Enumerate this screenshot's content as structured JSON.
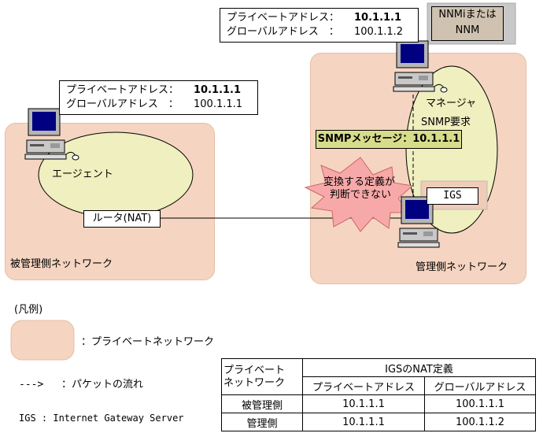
{
  "networks": {
    "managed_side": "被管理側ネットワーク",
    "manager_side": "管理側ネットワーク"
  },
  "agent_address": {
    "private_label": "プライベートアドレス：",
    "private_value": "10.1.1.1",
    "global_label": "グローバルアドレス　：",
    "global_value": "100.1.1.1"
  },
  "manager_address": {
    "private_label": "プライベートアドレス：",
    "private_value": "10.1.1.1",
    "global_label": "グローバルアドレス　：",
    "global_value": "100.1.1.2"
  },
  "labels": {
    "agent": "エージェント",
    "router": "ルータ(NAT)",
    "manager": "マネージャ",
    "snmp_request": "SNMP要求",
    "snmp_message": "SNMPメッセージ：10.1.1.1",
    "burst_line1": "変換する定義が",
    "burst_line2": "判断できない",
    "igs": "IGS",
    "nnm_line1": "NNMiまたは",
    "nnm_line2": "NNM"
  },
  "legend": {
    "title": "(凡例)",
    "private_network": "：プライベートネットワーク",
    "packet_flow_arrow": "--->",
    "packet_flow": "：パケットの流れ",
    "igs_def": "IGS : Internet Gateway Server"
  },
  "nat_table": {
    "corner_line1": "プライベート",
    "corner_line2": "ネットワーク",
    "group_header": "IGSのNAT定義",
    "col_private": "プライベートアドレス",
    "col_global": "グローバルアドレス",
    "rows": [
      {
        "network": "被管理側",
        "private": "10.1.1.1",
        "global": "100.1.1.1"
      },
      {
        "network": "管理側",
        "private": "10.1.1.1",
        "global": "100.1.1.2"
      }
    ]
  },
  "colors": {
    "private_network_fill": "#f5d5c1",
    "ellipse_fill": "#efefbf",
    "snmp_message_fill": "#d7dc8a",
    "burst_fill": "#f7a9a9",
    "nnm_box_fill": "#cfc2b0",
    "igs_shadow_fill": "#f0cbb8"
  }
}
